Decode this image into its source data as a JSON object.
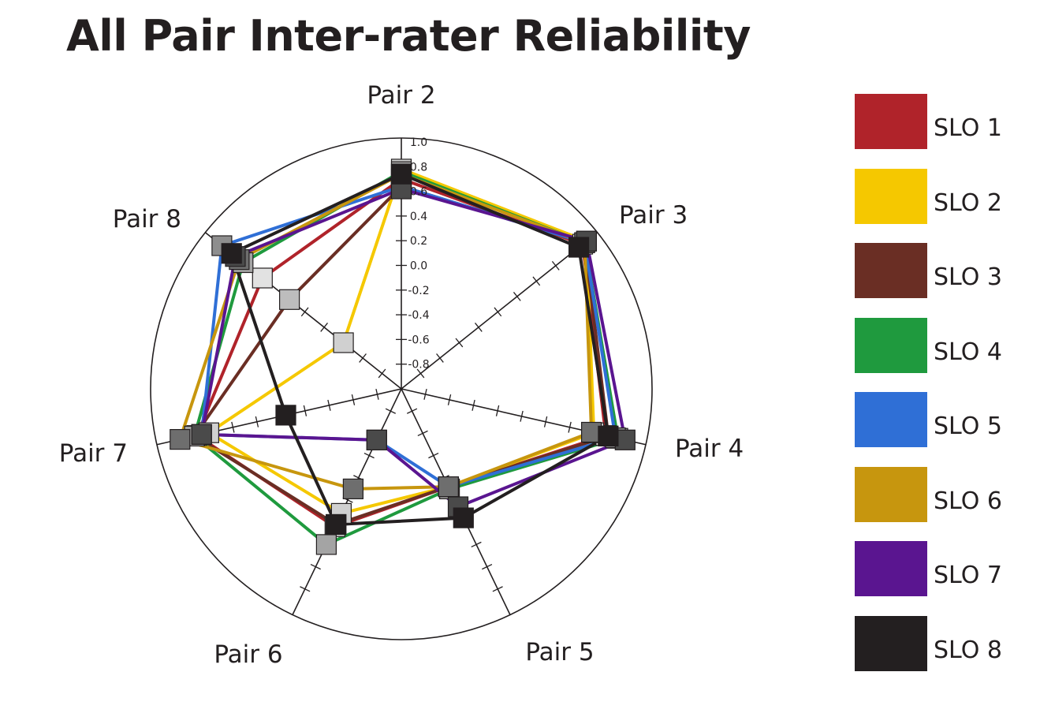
{
  "chart_data": {
    "type": "radar",
    "title": "All Pair Inter-rater Reliability",
    "axes": [
      "Pair 2",
      "Pair 3",
      "Pair 4",
      "Pair 5",
      "Pair 6",
      "Pair 7",
      "Pair 8"
    ],
    "rlim": [
      -1.0,
      1.0
    ],
    "radial_ticks": [
      "1.0",
      "0.8",
      "0.6",
      "0.4",
      "0.2",
      "0.0",
      "-0.2",
      "-0.4",
      "-0.6",
      "-0.8"
    ],
    "legend_position": "right",
    "series": [
      {
        "name": "SLO 1",
        "color": "#b0232a",
        "values": [
          0.7,
          0.88,
          0.7,
          -0.12,
          0.24,
          0.7,
          0.44
        ]
      },
      {
        "name": "SLO 2",
        "color": "#f5c800",
        "values": [
          0.78,
          0.92,
          0.6,
          -0.12,
          0.12,
          0.6,
          -0.4
        ]
      },
      {
        "name": "SLO 3",
        "color": "#6a2e24",
        "values": [
          0.64,
          0.9,
          0.72,
          -0.12,
          0.22,
          0.72,
          0.16
        ]
      },
      {
        "name": "SLO 4",
        "color": "#1f9a3e",
        "values": [
          0.76,
          0.9,
          0.8,
          -0.1,
          0.4,
          0.72,
          0.64
        ]
      },
      {
        "name": "SLO 5",
        "color": "#2f6fd6",
        "values": [
          0.64,
          0.9,
          0.78,
          -0.12,
          -0.54,
          0.66,
          0.86
        ]
      },
      {
        "name": "SLO 6",
        "color": "#c7960e",
        "values": [
          0.74,
          0.9,
          0.58,
          -0.12,
          -0.1,
          0.84,
          0.68
        ]
      },
      {
        "name": "SLO 7",
        "color": "#5a1590",
        "values": [
          0.62,
          0.92,
          0.86,
          0.06,
          -0.54,
          0.66,
          0.72
        ]
      },
      {
        "name": "SLO 8",
        "color": "#231f20",
        "values": [
          0.74,
          0.84,
          0.72,
          0.16,
          0.22,
          -0.04,
          0.76
        ]
      }
    ]
  }
}
